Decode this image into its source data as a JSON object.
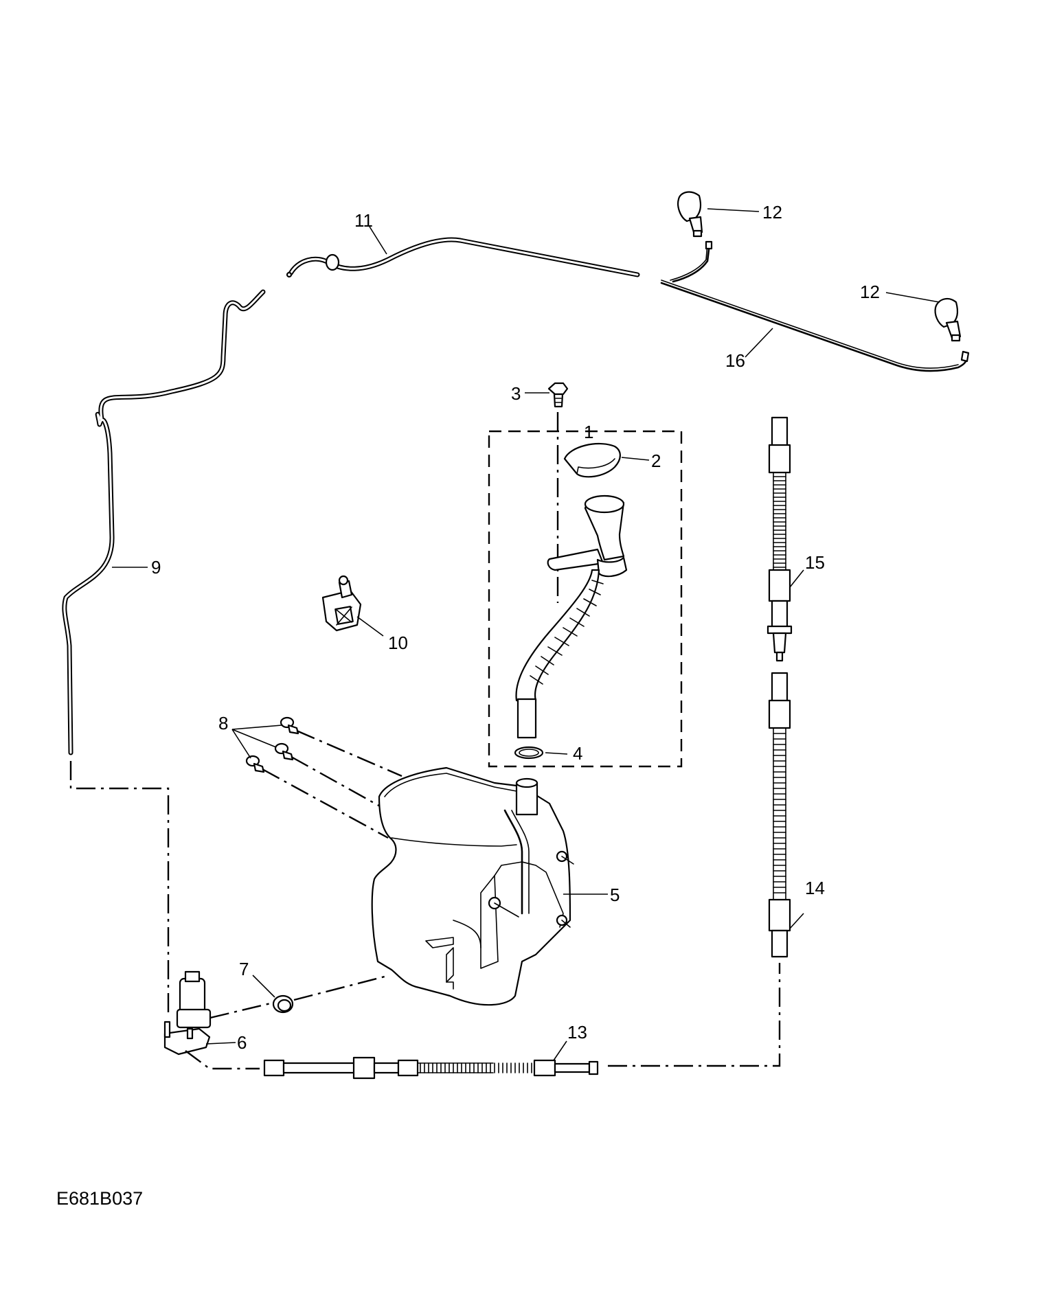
{
  "diagram": {
    "drawing_id": "E681B037",
    "callouts": {
      "c1": "1",
      "c2": "2",
      "c3": "3",
      "c4": "4",
      "c5": "5",
      "c6": "6",
      "c7": "7",
      "c8": "8",
      "c9": "9",
      "c10": "10",
      "c11": "11",
      "c12a": "12",
      "c12b": "12",
      "c13": "13",
      "c14": "14",
      "c15": "15",
      "c16": "16"
    }
  }
}
